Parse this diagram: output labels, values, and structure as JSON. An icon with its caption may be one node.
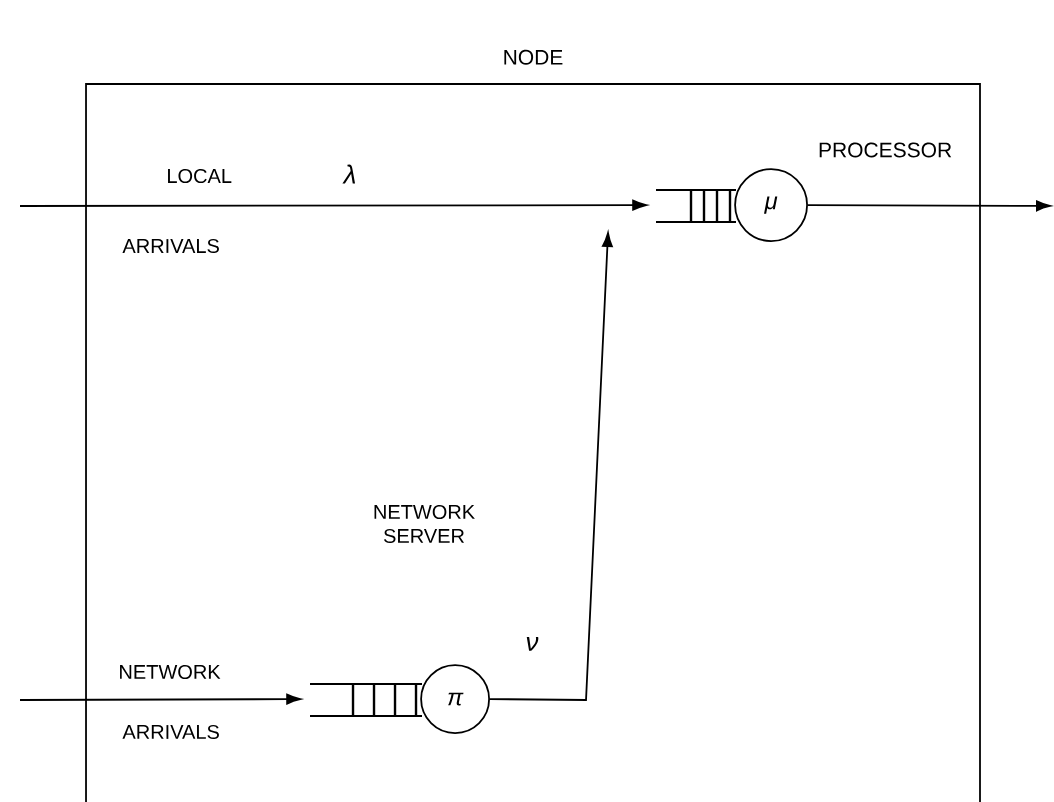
{
  "diagram": {
    "nodes": [
      {
        "text": [
          "NODE"
        ]
      },
      {
        "text": [
          "μ"
        ],
        "in": 0,
        "beside": [
          "PROCESSOR"
        ]
      },
      {
        "text": [
          "π"
        ],
        "in": 0
      }
    ],
    "edges": [
      {
        "from": null,
        "to": 1,
        "arrow": "to"
      },
      {
        "from": 2,
        "to": 1,
        "arrow": "to"
      },
      {
        "from": null,
        "to": 2,
        "arrow": "to"
      },
      {
        "from": 1,
        "to": null,
        "arrow": "to"
      }
    ],
    "labels": [
      "LOCAL",
      "λ",
      "ARRIVALS",
      "NETWORK SERVER",
      "ν",
      "NETWORK",
      "ARRIVALS"
    ]
  }
}
